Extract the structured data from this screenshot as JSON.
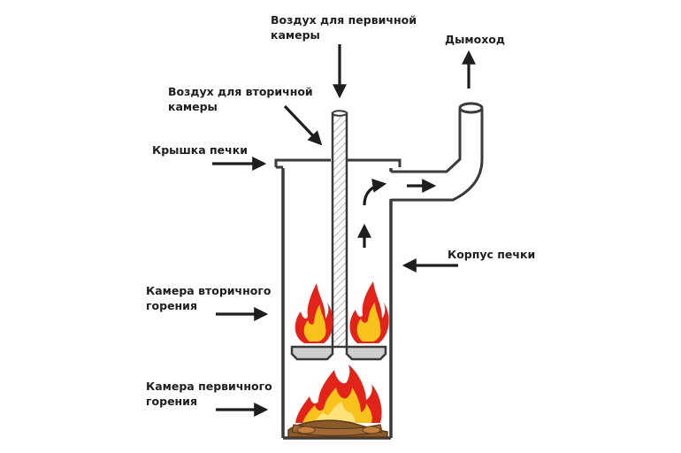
{
  "labels": {
    "primary_air": [
      "Воздух для первичной",
      "камеры"
    ],
    "secondary_air": [
      "Воздух для вторичной",
      "камеры"
    ],
    "chimney": "Дымоход",
    "stove_lid": "Крышка печки",
    "stove_body": "Корпус печки",
    "secondary_chamber": [
      "Камера вторичного",
      "горения"
    ],
    "primary_chamber": [
      "Камера первичного",
      "горения"
    ]
  },
  "colors": {
    "outline": "#3a3a3a",
    "arrow": "#1e1e1e",
    "flame_outer": "#e2231a",
    "flame_inner": "#f7c21c",
    "log": "#8a5a2b",
    "pipe_hatch": "#9a9a9a",
    "plate": "#cfcfcf"
  }
}
